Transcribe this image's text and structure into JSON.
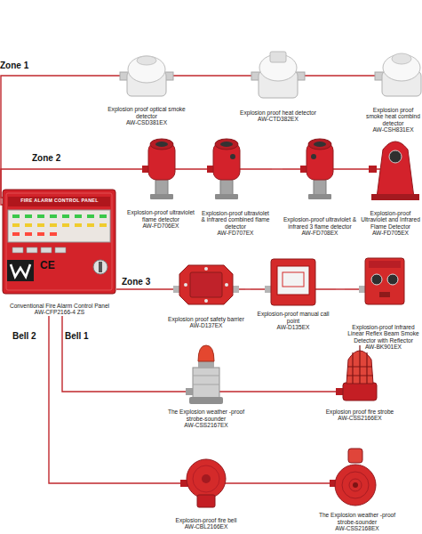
{
  "diagram": {
    "nodes": [
      {
        "text": [
          "Explosion proof optical smoke detector",
          "AW-CSD381EX"
        ]
      },
      {
        "text": [
          "Explosion proof heat detector",
          "AW-CTD382EX"
        ]
      },
      {
        "text": [
          "Explosion proof smoke heat combind detector",
          "AW-CSH831EX"
        ]
      },
      {
        "text": [
          "Explosion-proof ultraviolet flame detector",
          "AW-FD706EX"
        ]
      },
      {
        "text": [
          "Explosion-proof ultraviolet & infrared combined flame detector",
          "AW-FD707EX"
        ]
      },
      {
        "text": [
          "Explosion-proof ultraviolet & infrared 3 flame detector",
          "AW-FD708EX"
        ]
      },
      {
        "text": [
          "Explosion-proof Ultraviolet and Infrared Flame Detector",
          "AW-FD705EX"
        ]
      },
      {
        "text": [
          "FIRE ALARM CONTROL PANEL",
          "Conventional Fire Alarm Control Panel",
          "AW-CFP2166-4 ZS"
        ]
      },
      {
        "text": [
          "Explosion proof safety barrier",
          "AW-D137EX"
        ]
      },
      {
        "text": [
          "Explosion-proof manual call point",
          "AW-D135EX"
        ]
      },
      {
        "text": [
          "Explosion-proof Infrared Linear Reflex Beam Smoke Detector with Reflector",
          "AW-BK901EX"
        ]
      },
      {
        "text": [
          "The Explosion weather -proof strobe-sounder",
          "AW-CSS2167EX"
        ]
      },
      {
        "text": [
          "Explosion proof fire strobe",
          "AW-CSS2166EX"
        ]
      },
      {
        "text": [
          "Explosion-proof fire bell",
          "AW-CBL2166EX"
        ]
      },
      {
        "text": [
          "The Explosion weather -proof strobe-sounder",
          "AW-CSS2168EX"
        ]
      }
    ],
    "edges": [
      {
        "from": 7,
        "to": 0,
        "arrow": "none"
      },
      {
        "from": 0,
        "to": 1,
        "arrow": "none"
      },
      {
        "from": 1,
        "to": 2,
        "arrow": "none"
      },
      {
        "from": 7,
        "to": 3,
        "arrow": "none"
      },
      {
        "from": 3,
        "to": 4,
        "arrow": "none"
      },
      {
        "from": 4,
        "to": 5,
        "arrow": "none"
      },
      {
        "from": 5,
        "to": 6,
        "arrow": "none"
      },
      {
        "from": 7,
        "to": 8,
        "arrow": "none"
      },
      {
        "from": 8,
        "to": 9,
        "arrow": "none"
      },
      {
        "from": 9,
        "to": 10,
        "arrow": "none"
      },
      {
        "from": 7,
        "to": 11,
        "arrow": "none"
      },
      {
        "from": 11,
        "to": 12,
        "arrow": "none"
      },
      {
        "from": 7,
        "to": 13,
        "arrow": "none"
      },
      {
        "from": 13,
        "to": 14,
        "arrow": "none"
      }
    ],
    "labels": [
      "Zone 1",
      "Zone 2",
      "Zone 3",
      "Bell 2",
      "Bell 1",
      "CE"
    ]
  }
}
